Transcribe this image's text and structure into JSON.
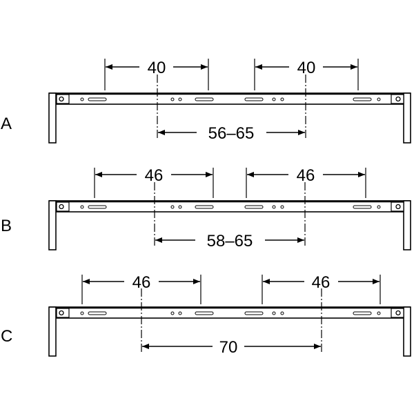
{
  "rows": [
    {
      "letter": "A",
      "left_dim": "40",
      "right_dim": "40",
      "center_dim": "56–65"
    },
    {
      "letter": "B",
      "left_dim": "46",
      "right_dim": "46",
      "center_dim": "58–65"
    },
    {
      "letter": "C",
      "left_dim": "46",
      "right_dim": "46",
      "center_dim": "70"
    }
  ]
}
